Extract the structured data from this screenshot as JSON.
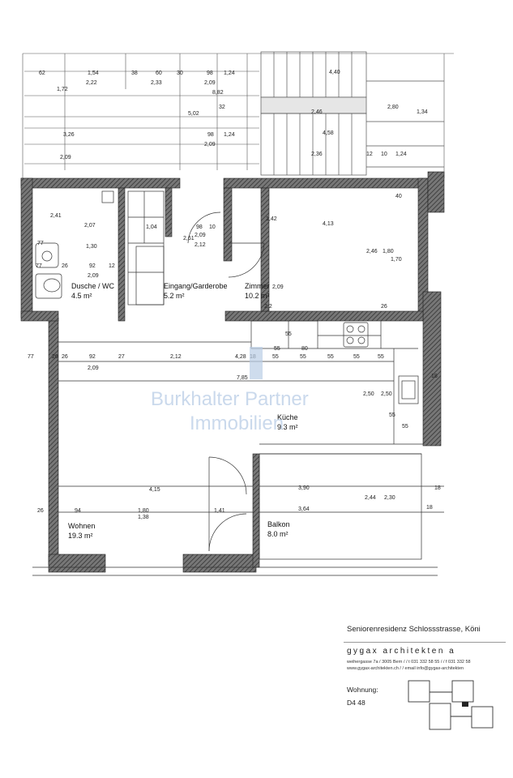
{
  "rooms": {
    "dusche": {
      "name": "Dusche / WC",
      "area": "4.5 m²"
    },
    "eingang": {
      "name": "Eingang/Garderobe",
      "area": "5.2 m²"
    },
    "zimmer": {
      "name": "Zimmer",
      "area": "10.2 m²"
    },
    "kueche": {
      "name": "Küche",
      "area": "9.3 m²"
    },
    "wohnen": {
      "name": "Wohnen",
      "area": "19.3 m²"
    },
    "balkon": {
      "name": "Balkon",
      "area": "8.0 m²"
    }
  },
  "dimensions": {
    "top_row1": [
      "62",
      "1,54",
      "38",
      "60",
      "30",
      "98",
      "1,24",
      "4,40"
    ],
    "top_row2": [
      "1,72",
      "2,22",
      "2,33",
      "2,09"
    ],
    "top_row3": [
      "8,82",
      "32",
      "2,46",
      "2,80",
      "1,34"
    ],
    "top_row4": [
      "5,02",
      "98",
      "1,24",
      "4,58"
    ],
    "top_row5": [
      "3,26",
      "2,09",
      "2,36",
      "12",
      "10",
      "1,24",
      "98",
      "2,09"
    ],
    "zimmer": [
      "1,42",
      "4,13",
      "40",
      "2,46",
      "1,80",
      "1,70",
      "2,09",
      "26",
      "2,2"
    ],
    "eingang": [
      "98",
      "10",
      "2,09",
      "2,12",
      "2,61"
    ],
    "bath": [
      "2,41",
      "2,07",
      "1,04",
      "77",
      "1,30",
      "77",
      "26",
      "92",
      "12",
      "2,09"
    ],
    "corridor": [
      "77",
      "26",
      "26",
      "92",
      "27",
      "2,12",
      "4,28",
      "18",
      "55",
      "2,09",
      "7,85"
    ],
    "kitchen_top": [
      "55",
      "80",
      "55",
      "55",
      "55",
      "55",
      "55"
    ],
    "kitchen": [
      "2,50",
      "2,50",
      "55",
      "55",
      "18"
    ],
    "living": [
      "4,15",
      "3,90",
      "26",
      "94",
      "1,80",
      "1,38",
      "1,41",
      "3,64",
      "2,44",
      "2,30",
      "18",
      "18"
    ]
  },
  "watermark": {
    "line1": "Burkhalter Partner",
    "line2": "Immobilien"
  },
  "titleblock": {
    "project": "Seniorenresidenz Schlossstrasse, Köni",
    "firm": "gygax architekten a",
    "address": "weihergasse 7a / 3005 Bern  / /  t 031 332 58 55 / /  f 031 332 58",
    "web": "www.gygax-architekten.ch  / /  email  info@gygax-architekten",
    "unit_label": "Wohnung:",
    "unit_number": "D4 48"
  },
  "colors": {
    "wall": "#4a4a4a",
    "line": "#333333",
    "watermark": "#b9cde6"
  }
}
